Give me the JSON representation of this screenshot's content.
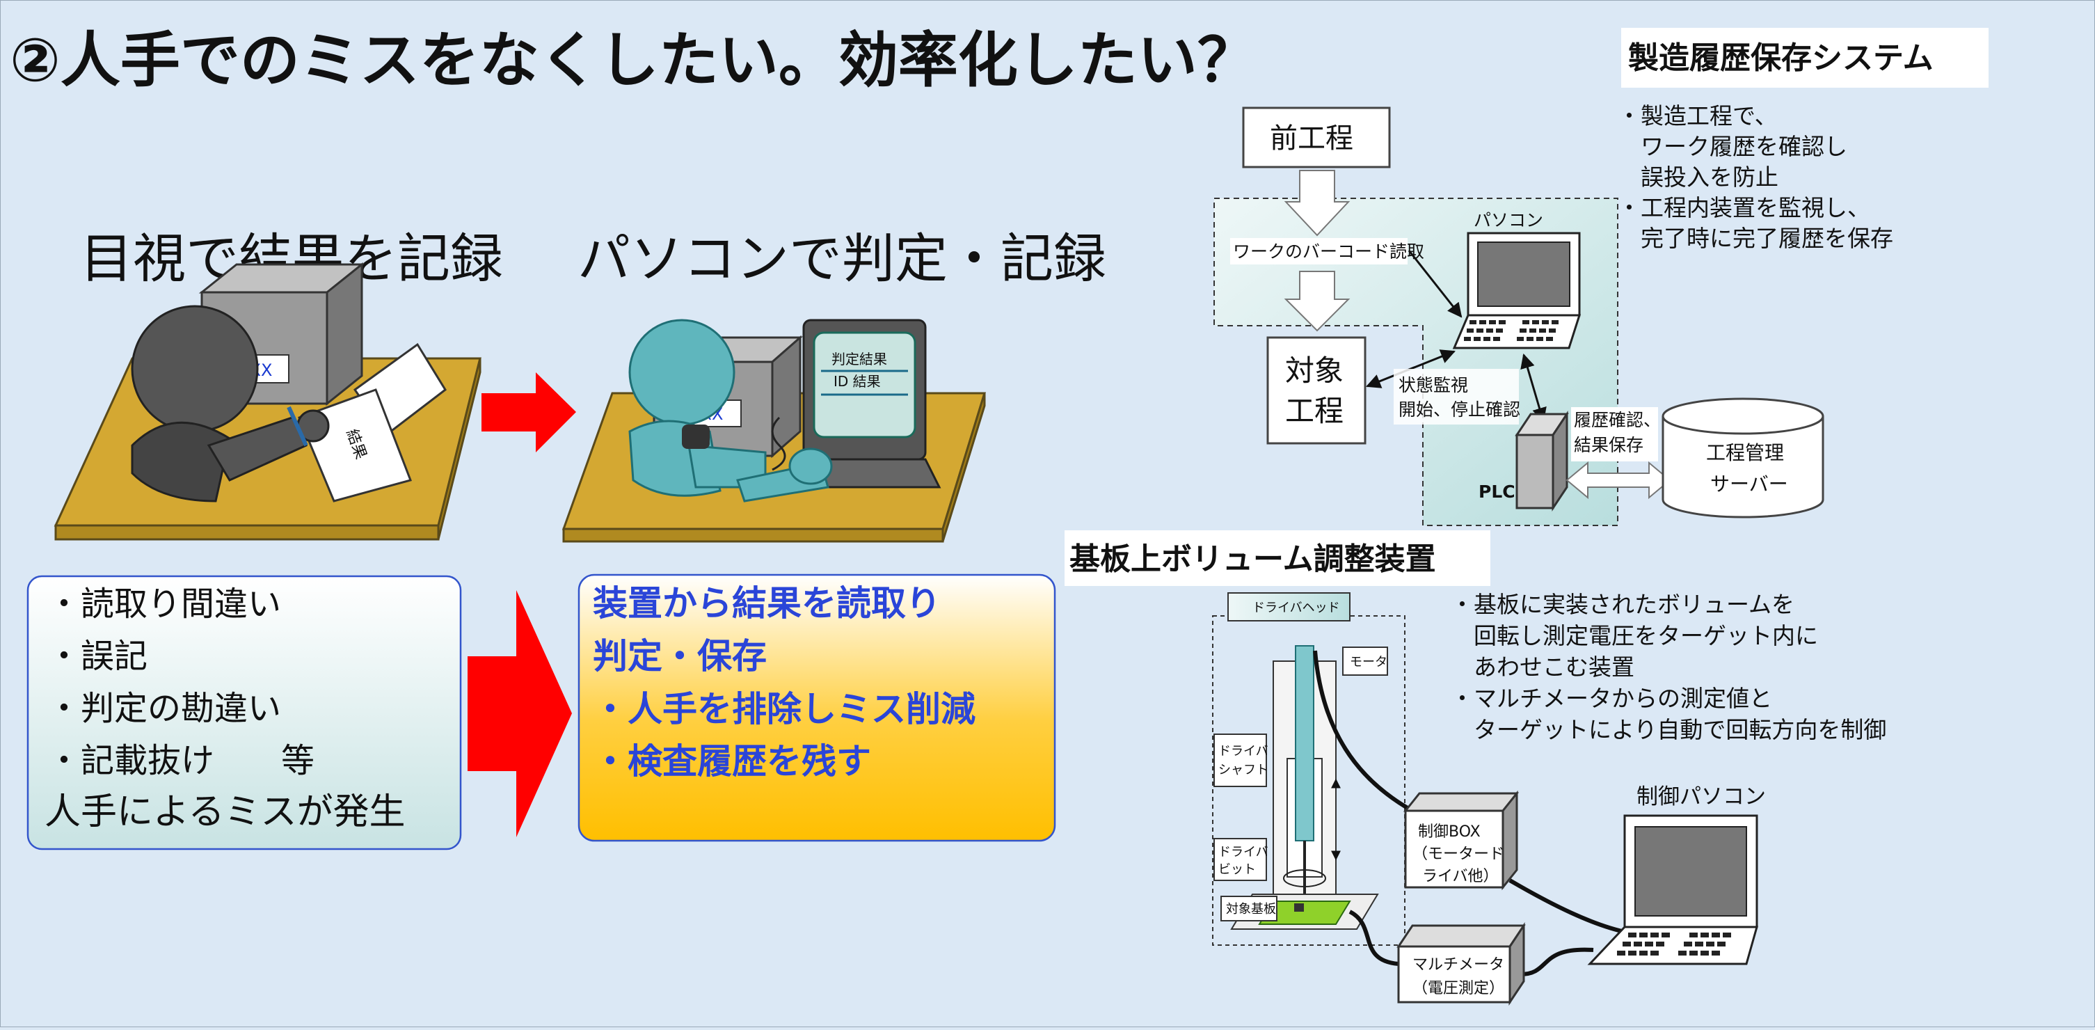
{
  "title": "②人手でのミスをなくしたい。効率化したい？",
  "left": {
    "manual_heading": "目視で結果を記録",
    "pc_heading": "パソコンで判定・記録",
    "manual_box_value": "XX.XX",
    "manual_paper": "結果",
    "pc_box_value": "XX.XX",
    "monitor_line1": "判定結果",
    "monitor_line2": "ID 結果",
    "problems": [
      "・読取り間違い",
      "・誤記",
      "・判定の勘違い",
      "・記載抜け　　等"
    ],
    "problems_summary": "人手によるミスが発生",
    "solution_line1": "装置から結果を読取り",
    "solution_line2": "判定・保存",
    "solution_bullets": [
      "・人手を排除しミス削減",
      "・検査履歴を残す"
    ]
  },
  "history_system": {
    "title": "製造履歴保存システム",
    "desc": [
      "・製造工程で、",
      "　ワーク履歴を確認し",
      "　誤投入を防止",
      "・工程内装置を監視し、",
      "　完了時に完了履歴を保存"
    ],
    "prev_process": "前工程",
    "barcode": "ワークのバーコード読取",
    "pc": "パソコン",
    "target_process": [
      "対象",
      "工程"
    ],
    "monitor": [
      "状態監視",
      "開始、停止確認"
    ],
    "history": [
      "履歴確認、",
      "結果保存"
    ],
    "plc": "PLC",
    "server": [
      "工程管理",
      "サーバー"
    ]
  },
  "volume_device": {
    "title": "基板上ボリューム調整装置",
    "desc": [
      "・基板に実装されたボリュームを",
      "　回転し測定電圧をターゲット内に",
      "　あわせこむ装置",
      "・マルチメータからの測定値と",
      "　ターゲットにより自動で回転方向を制御"
    ],
    "driver_head": "ドライバヘッド",
    "motor": "モータ",
    "driver_shaft": [
      "ドライバ",
      "シャフト"
    ],
    "driver_bit": [
      "ドライバ",
      "ビット"
    ],
    "target_board": "対象基板",
    "control_box": [
      "制御BOX",
      "（モータード",
      "ライバ他）"
    ],
    "multimeter": [
      "マルチメータ",
      "（電圧測定）"
    ],
    "control_pc": "制御パソコン"
  }
}
